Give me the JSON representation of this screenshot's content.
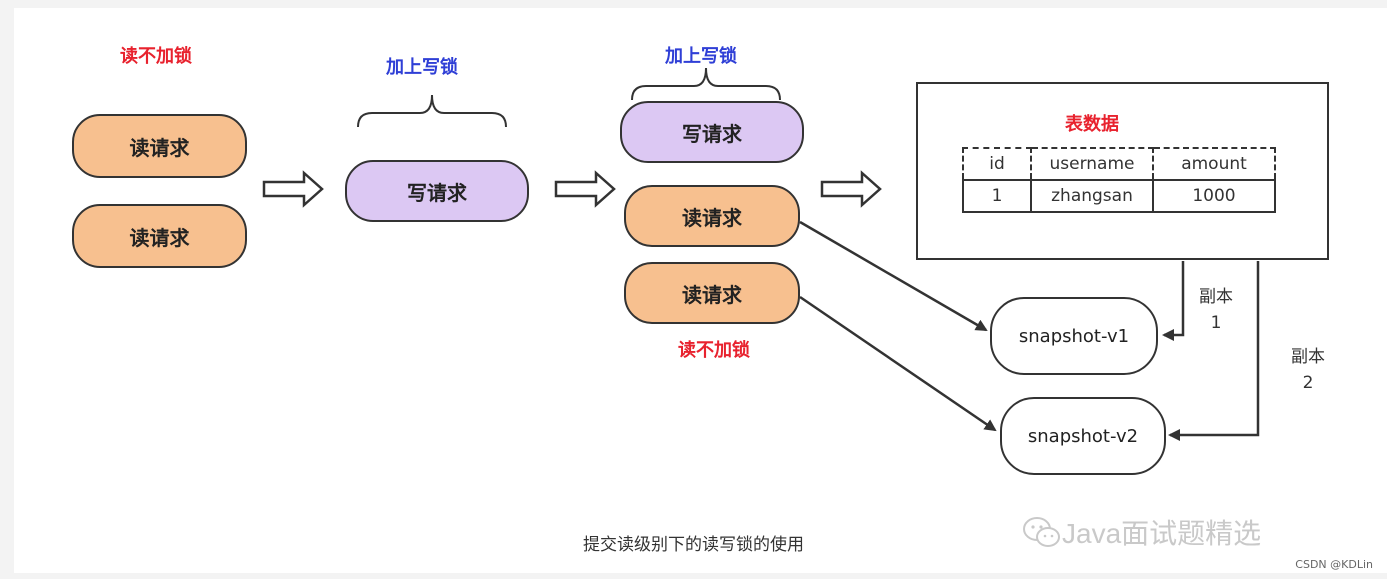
{
  "stage1": {
    "label_no_lock": "读不加锁",
    "read_1": "读请求",
    "read_2": "读请求"
  },
  "stage2": {
    "label_write_lock": "加上写锁",
    "write": "写请求"
  },
  "stage3": {
    "label_write_lock": "加上写锁",
    "write": "写请求",
    "read_1": "读请求",
    "read_2": "读请求",
    "label_no_lock": "读不加锁"
  },
  "table": {
    "title": "表数据",
    "columns": [
      "id",
      "username",
      "amount"
    ],
    "rows": [
      [
        "1",
        "zhangsan",
        "1000"
      ]
    ]
  },
  "snapshots": {
    "v1": "snapshot-v1",
    "v2": "snapshot-v2",
    "copy_1_line1": "副本",
    "copy_1_line2": "1",
    "copy_2_line1": "副本",
    "copy_2_line2": "2"
  },
  "caption": "提交读级别下的读写锁的使用",
  "watermark": "Java面试题精选",
  "credit": "CSDN @KDLin",
  "colors": {
    "read_fill": "#f7c08f",
    "write_fill": "#dcc8f3",
    "red_label": "#e8222e",
    "blue_label": "#2f3fd6"
  }
}
